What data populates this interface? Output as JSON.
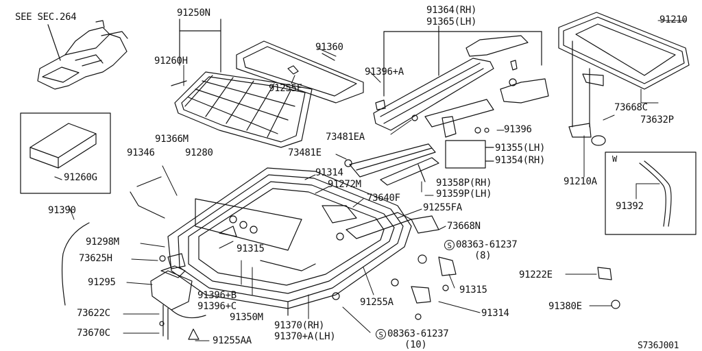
{
  "diagram_code": "S736J001",
  "inset_w_letter": "W",
  "labels": {
    "see_sec": "SEE SEC.264",
    "p91250N": "91250N",
    "p91260H": "91260H",
    "p91360": "91360",
    "p91255F": "91255F",
    "p91364": "91364(RH)",
    "p91365": "91365(LH)",
    "p91396A": "91396+A",
    "p73481EA": "73481EA",
    "p91396": "91396",
    "p91210": "91210",
    "p73668C": "73668C",
    "p73632P": "73632P",
    "p91260G": "91260G",
    "p91366M": "91366M",
    "p91346": "91346",
    "p91280": "91280",
    "p73481E": "73481E",
    "p91314a": "91314",
    "p91272M": "91272M",
    "p91355": "91355(LH)",
    "p91354": "91354(RH)",
    "p91358P": "91358P(RH)",
    "p91359P": "91359P(LH)",
    "p91210A": "91210A",
    "p91392": "91392",
    "p73640F": "73640F",
    "p91390": "91390",
    "p91255FA": "91255FA",
    "p73668N": "73668N",
    "p91298M": "91298M",
    "p73625H": "73625H",
    "p91315a": "91315",
    "screw1": "08363-61237",
    "screw1_qty": "(8)",
    "p91295": "91295",
    "p91396B": "91396+B",
    "p91396C": "91396+C",
    "p91350M": "91350M",
    "p91315b": "91315",
    "p91222E": "91222E",
    "p91255A": "91255A",
    "p91314b": "91314",
    "p73622C": "73622C",
    "p91380E": "91380E",
    "p91370": "91370(RH)",
    "p91370A": "91370+A(LH)",
    "screw2": "08363-61237",
    "screw2_qty": "(10)",
    "p73670C": "73670C",
    "p91255AA": "91255AA",
    "s_mark": "S"
  }
}
